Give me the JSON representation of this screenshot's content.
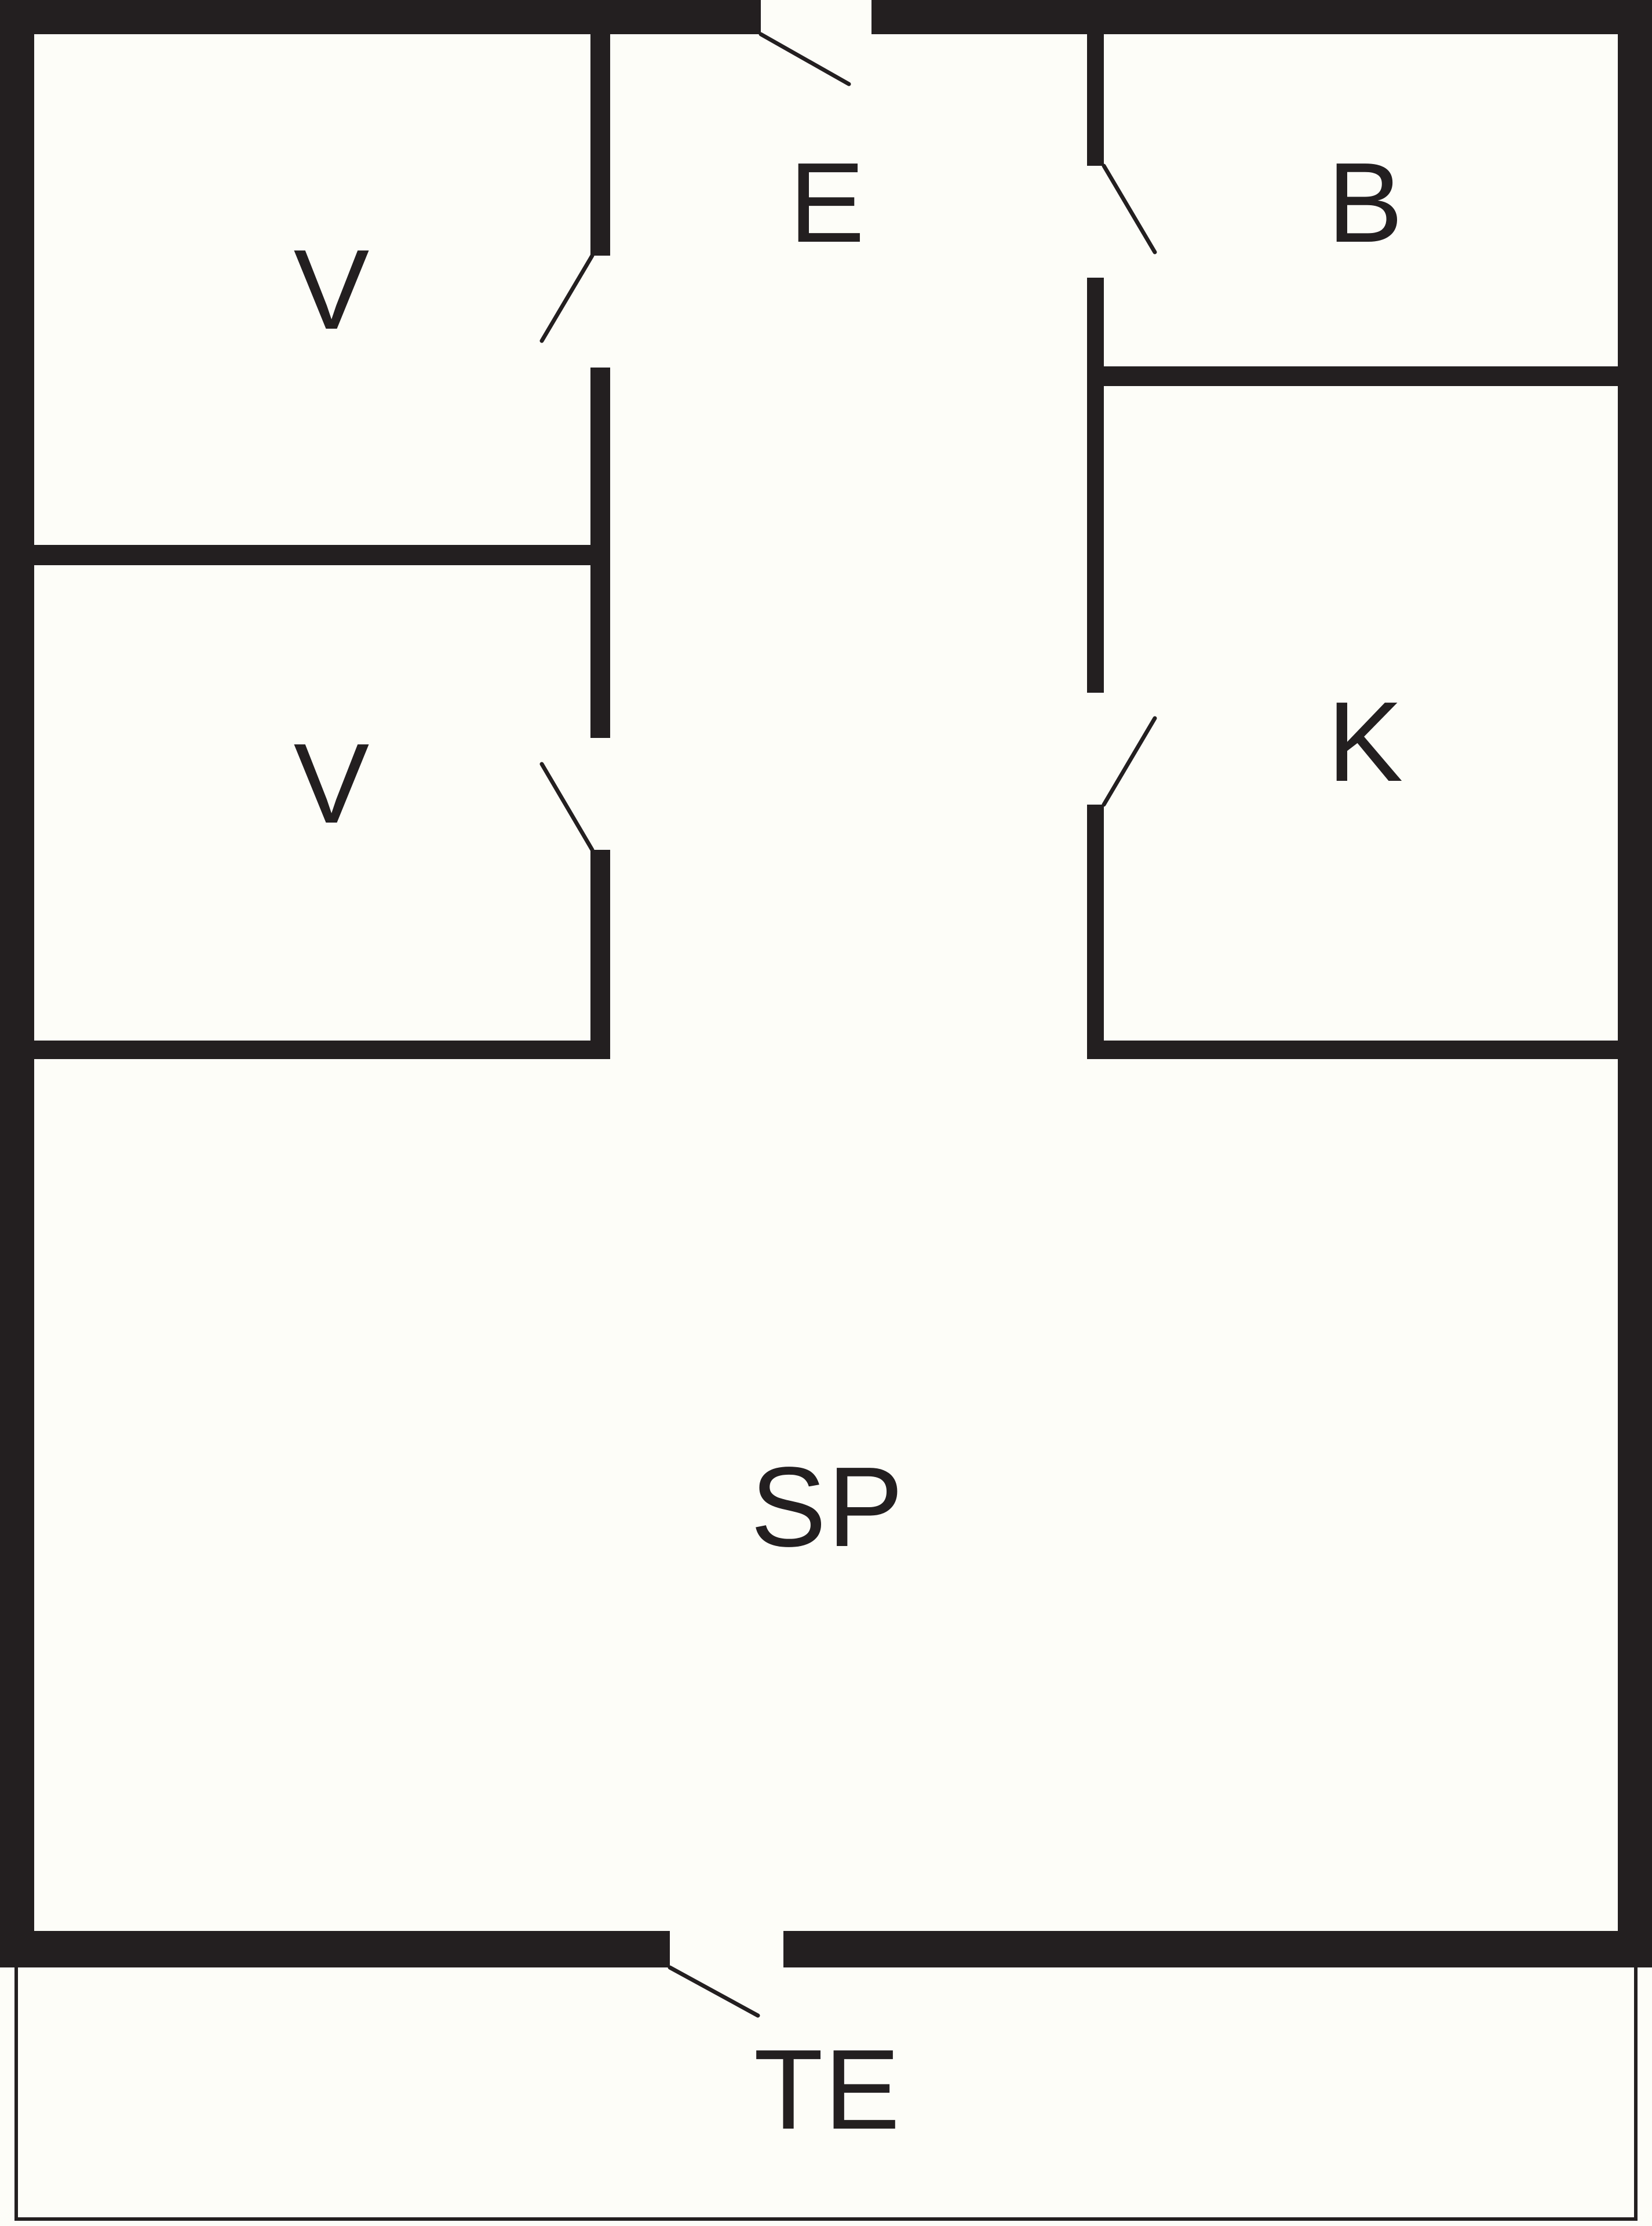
{
  "floor_plan": {
    "colors": {
      "wall": "#231f20",
      "floor": "#fdfdf8"
    },
    "rooms": [
      {
        "id": "v1",
        "label": "V"
      },
      {
        "id": "v2",
        "label": "V"
      },
      {
        "id": "e",
        "label": "E"
      },
      {
        "id": "b",
        "label": "B"
      },
      {
        "id": "k",
        "label": "K"
      },
      {
        "id": "sp",
        "label": "SP"
      },
      {
        "id": "te",
        "label": "TE"
      }
    ],
    "doors": [
      {
        "id": "entrance-door",
        "location": "top wall, hall E"
      },
      {
        "id": "v1-door",
        "location": "hall to upper V"
      },
      {
        "id": "v2-door",
        "location": "hall to lower V"
      },
      {
        "id": "b-door",
        "location": "hall to B"
      },
      {
        "id": "k-door",
        "location": "hall to K"
      },
      {
        "id": "terrace-door",
        "location": "SP to TE"
      }
    ]
  }
}
